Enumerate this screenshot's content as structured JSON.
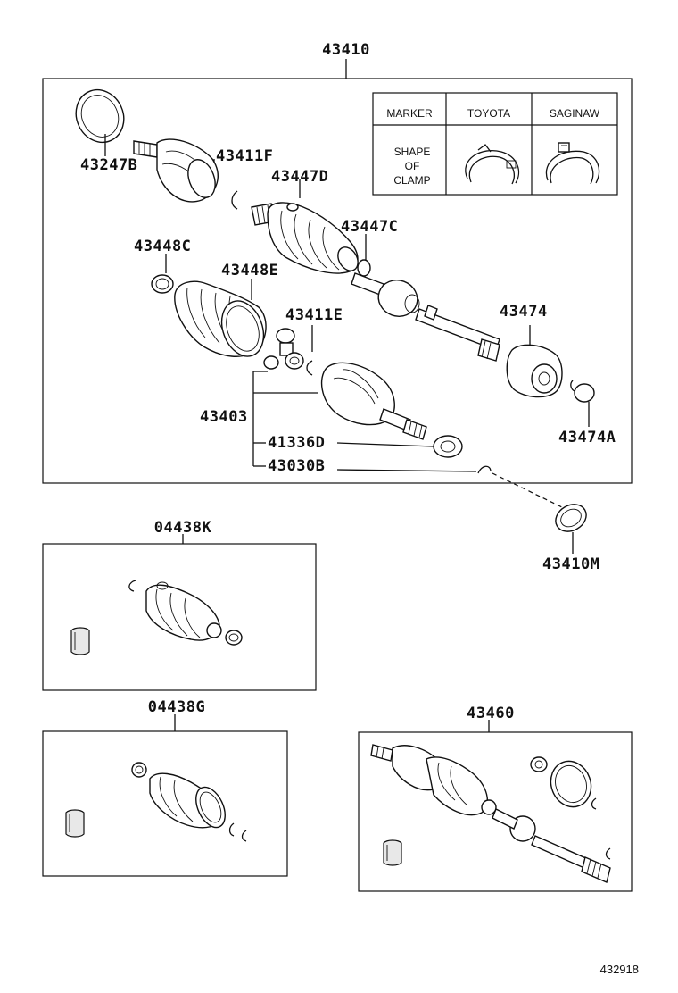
{
  "labels": {
    "assy_main": "43410",
    "boot_outer_clamp": "43247B",
    "snap_ring_f": "43411F",
    "boot_clamp_d": "43447D",
    "boot_clamp_c": "43447C",
    "clamp_c": "43448C",
    "clamp_e": "43448E",
    "snap_ring_e": "43411E",
    "damper": "43474",
    "damper_clamp": "43474A",
    "inboard_joint": "43403",
    "bearing": "41336D",
    "snap_ring_b": "43030B",
    "seal": "43410M",
    "kit_k": "04438K",
    "kit_g": "04438G",
    "shaft_assy": "43460",
    "figure_id": "432918"
  },
  "table": {
    "headers": [
      "MARKER",
      "TOYOTA",
      "SAGINAW"
    ],
    "row_label_lines": [
      "SHAPE",
      "OF",
      "CLAMP"
    ]
  }
}
